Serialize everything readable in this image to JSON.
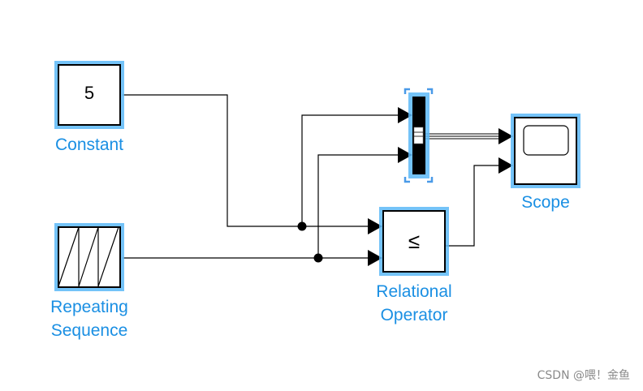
{
  "diagram": {
    "colors": {
      "label": "#1a8fe3",
      "selection_halo": "#5cb8f7",
      "selection_corner": "#4a9ae8",
      "block_border": "#000000",
      "wire": "#000000"
    },
    "blocks": [
      {
        "id": "constant",
        "label_lines": [
          "Constant"
        ],
        "content": "5",
        "icon": "constant-value"
      },
      {
        "id": "repeating_sequence",
        "label_lines": [
          "Repeating",
          "Sequence"
        ],
        "content": "",
        "icon": "sawtooth-icon"
      },
      {
        "id": "mux",
        "label_lines": [],
        "content": "",
        "icon": "mux-bar-icon"
      },
      {
        "id": "relational_operator",
        "label_lines": [
          "Relational",
          "Operator"
        ],
        "content": "≤",
        "icon": "less-equal-icon"
      },
      {
        "id": "scope",
        "label_lines": [
          "Scope"
        ],
        "content": "",
        "icon": "scope-screen-icon"
      }
    ],
    "connections": [
      {
        "from": "constant",
        "to": "relational_operator",
        "port": 1
      },
      {
        "from": "constant",
        "to": "mux",
        "port": 1,
        "branch": true
      },
      {
        "from": "repeating_sequence",
        "to": "relational_operator",
        "port": 2
      },
      {
        "from": "repeating_sequence",
        "to": "mux",
        "port": 2,
        "branch": true
      },
      {
        "from": "mux",
        "to": "scope",
        "port": 1,
        "bus": true
      },
      {
        "from": "relational_operator",
        "to": "scope",
        "port": 2
      }
    ]
  },
  "watermark": "CSDN @喂！金鱼"
}
